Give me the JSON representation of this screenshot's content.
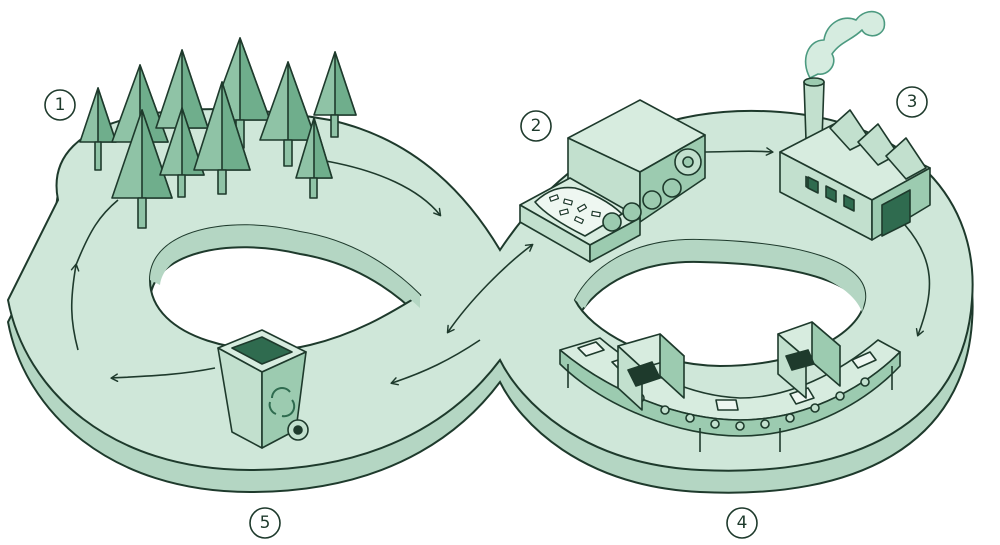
{
  "diagram": {
    "steps": [
      {
        "number": "1",
        "icon": "forest-icon"
      },
      {
        "number": "2",
        "icon": "wood-chipper-truck-icon"
      },
      {
        "number": "3",
        "icon": "factory-icon"
      },
      {
        "number": "4",
        "icon": "conveyor-belt-icon"
      },
      {
        "number": "5",
        "icon": "recycling-bin-icon"
      }
    ],
    "colors": {
      "track_top": "#cfe7d9",
      "track_side": "#b4d6c3",
      "outline": "#1e3a2c",
      "tree": "#8fc3a6",
      "tree_dark": "#6fae8c",
      "machine": "#c2e0ce",
      "door": "#2f6b4f",
      "smoke": "#d6ece0",
      "smoke_stroke": "#4c9a80",
      "background": "#ffffff"
    }
  }
}
